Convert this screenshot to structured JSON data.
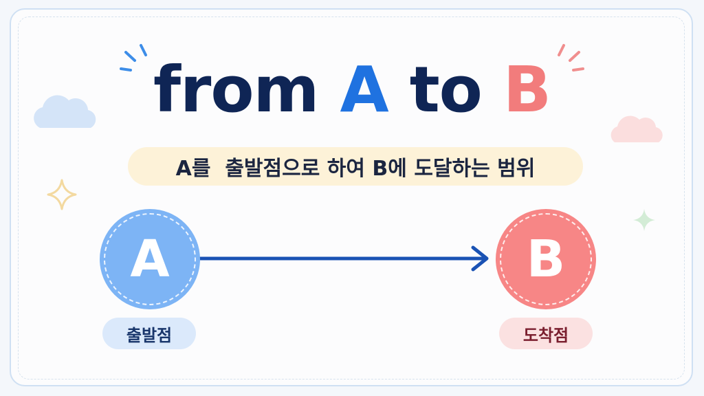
{
  "title": {
    "word1": "from",
    "a": "A",
    "word2": "to",
    "b": "B"
  },
  "subtitle": "A를  출발점으로 하여 B에 도달하는 범위",
  "start_node": {
    "letter": "A",
    "label": "출발점"
  },
  "end_node": {
    "letter": "B",
    "label": "도착점"
  },
  "colors": {
    "navy": "#0f2555",
    "blue": "#1f72e0",
    "coral": "#f27c7c",
    "arrow": "#1a52b4",
    "node_a": "#7db4f5",
    "node_b": "#f78686",
    "pill": "#fdf2d8"
  },
  "icons": [
    "cloud-icon",
    "cloud-icon",
    "sparkle-icon",
    "sparkle-icon",
    "burst-lines-icon",
    "burst-lines-icon",
    "arrow-icon"
  ]
}
